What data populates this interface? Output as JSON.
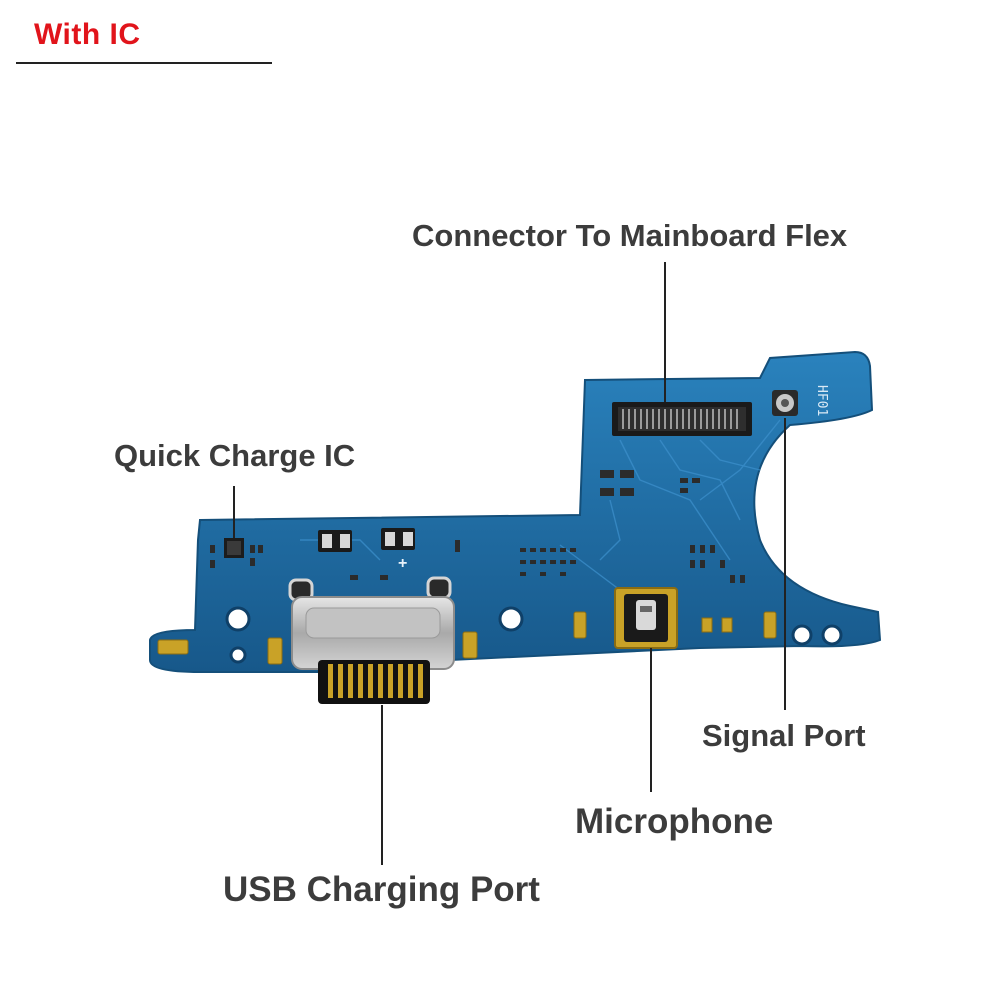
{
  "badge": {
    "text": "With IC",
    "color": "#e1141b"
  },
  "callouts": {
    "connector": "Connector To Mainboard Flex",
    "quick_charge": "Quick Charge IC",
    "signal": "Signal Port",
    "microphone": "Microphone",
    "usb": "USB Charging Port"
  },
  "board": {
    "silkscreen_code": "HF01",
    "plus_mark": "+",
    "pcb_color": "#1f6fa6",
    "pcb_edge_color": "#144f7a",
    "gold_color": "#c9a227",
    "metal_color": "#b8b8b8"
  }
}
